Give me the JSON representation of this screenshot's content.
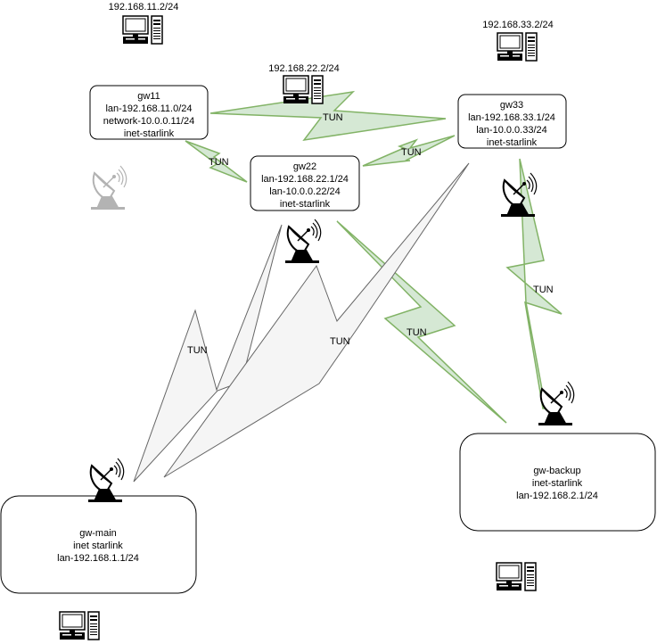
{
  "colors": {
    "tunnel_green_fill": "#d5e8d4",
    "tunnel_green_stroke": "#82b366",
    "tunnel_gray_fill": "#f5f5f5",
    "tunnel_gray_stroke": "#666666",
    "node_stroke": "#000000",
    "node_fill": "#ffffff"
  },
  "nodes": {
    "gw11": {
      "lines": [
        "gw11",
        "lan-192.168.11.0/24",
        "network-10.0.0.11/24",
        "inet-starlink"
      ]
    },
    "gw22": {
      "lines": [
        "gw22",
        "lan-192.168.22.1/24",
        "lan-10.0.0.22/24",
        "inet-starlink"
      ]
    },
    "gw33": {
      "lines": [
        "gw33",
        "lan-192.168.33.1/24",
        "lan-10.0.0.33/24",
        "inet-starlink"
      ]
    },
    "gw_main": {
      "lines": [
        "gw-main",
        "inet starlink",
        "lan-192.168.1.1/24"
      ]
    },
    "gw_backup": {
      "lines": [
        "gw-backup",
        "inet-starlink",
        "lan-192.168.2.1/24"
      ]
    }
  },
  "hosts": {
    "host11": {
      "label": "192.168.11.2/24",
      "icon": "desktop-computer-icon"
    },
    "host22": {
      "label": "192.168.22.2/24",
      "icon": "desktop-computer-icon"
    },
    "host33": {
      "label": "192.168.33.2/24",
      "icon": "desktop-computer-icon"
    },
    "host_backup": {
      "label": "",
      "icon": "desktop-computer-icon"
    },
    "host_main": {
      "label": "",
      "icon": "desktop-computer-icon"
    }
  },
  "tunnels": [
    {
      "id": "gw11-gw33",
      "label": "TUN",
      "style": "green"
    },
    {
      "id": "gw11-gw22",
      "label": "TUN",
      "style": "green"
    },
    {
      "id": "gw22-gw33",
      "label": "TUN",
      "style": "green"
    },
    {
      "id": "gw33-backup",
      "label": "TUN",
      "style": "green"
    },
    {
      "id": "gw22-backup",
      "label": "TUN",
      "style": "green"
    },
    {
      "id": "main-gw22",
      "label": "TUN",
      "style": "gray"
    },
    {
      "id": "main-gw33",
      "label": "TUN",
      "style": "gray"
    }
  ],
  "antennas": {
    "gw11_dish": {
      "icon": "satellite-dish-icon",
      "state": "inactive"
    },
    "gw22_dish": {
      "icon": "satellite-dish-icon",
      "state": "active"
    },
    "gw33_dish": {
      "icon": "satellite-dish-icon",
      "state": "active"
    },
    "backup_dish": {
      "icon": "satellite-dish-icon",
      "state": "active"
    },
    "main_dish": {
      "icon": "satellite-dish-icon",
      "state": "active"
    }
  }
}
